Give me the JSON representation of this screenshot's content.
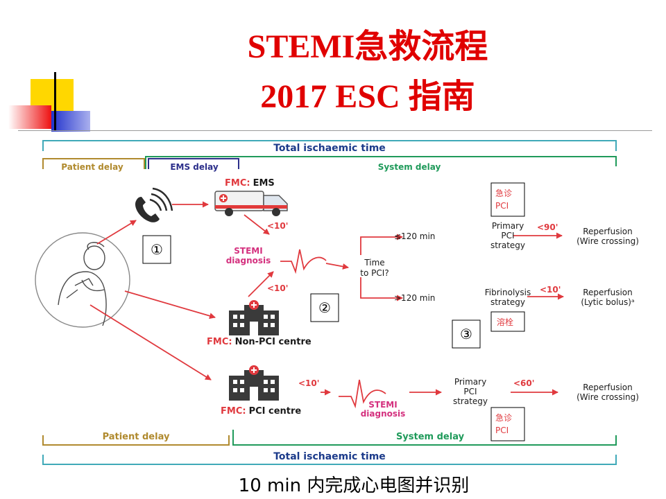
{
  "title": {
    "line1": "STEMI急救流程",
    "line2": "2017  ESC  指南"
  },
  "timeline_top": {
    "total": "Total ischaemic time",
    "patient_delay": "Patient delay",
    "ems_delay": "EMS delay",
    "system_delay": "System delay"
  },
  "timeline_bottom": {
    "patient_delay": "Patient delay",
    "system_delay": "System delay",
    "total": "Total ischaemic time"
  },
  "nodes": {
    "fmc_ems_prefix": "FMC:",
    "fmc_ems": "EMS",
    "stemi_diag_1": "STEMI",
    "stemi_diag_2": "diagnosis",
    "fmc_nonpci_prefix": "FMC:",
    "fmc_nonpci": "Non-PCI centre",
    "fmc_pci_prefix": "FMC:",
    "fmc_pci": "PCI centre",
    "time_to_pci_1": "Time",
    "time_to_pci_2": "to PCI?",
    "le120": "≤120 min",
    "gt120": ">120 min",
    "primary_pci_1": "Primary",
    "primary_pci_2": "PCI",
    "primary_pci_3": "strategy",
    "fibrinolysis_1": "Fibrinolysis",
    "fibrinolysis_2": "strategy",
    "reperf_wire_1": "Reperfusion",
    "reperf_wire_2": "(Wire crossing)",
    "reperf_lytic_1": "Reperfusion",
    "reperf_lytic_2": "(Lytic bolus)ᵃ",
    "stemi_bottom_1": "STEMI",
    "stemi_bottom_2": "diagnosis",
    "primary_pci_b1": "Primary",
    "primary_pci_b2": "PCI",
    "primary_pci_b3": "strategy",
    "reperf_b1": "Reperfusion",
    "reperf_b2": "(Wire crossing)"
  },
  "time_labels": {
    "ems_to_diag": "<10'",
    "nonpci_to_diag": "<10'",
    "pci_to_90": "<90'",
    "fib_to_10": "<10'",
    "pci_centre_10": "<10'",
    "pci_60": "<60'"
  },
  "annotations": {
    "circle1": "①",
    "circle2": "②",
    "circle3": "③",
    "er_pci_1a": "急诊",
    "er_pci_1b": "PCI",
    "thrombolysis": "溶栓",
    "er_pci_2a": "急诊",
    "er_pci_2b": "PCI"
  },
  "caption": "10 min 内完成心电图并识别",
  "colors": {
    "title": "#e00000",
    "arrow": "#e0393e",
    "timeline_total": "#1b3a8a",
    "timeline_cyan": "#3fa9b8",
    "patient": "#b08a2e",
    "ems": "#2c2f8a",
    "system": "#1f9a5a",
    "stemi_text": "#d4307e",
    "dark": "#2b2b2b"
  }
}
